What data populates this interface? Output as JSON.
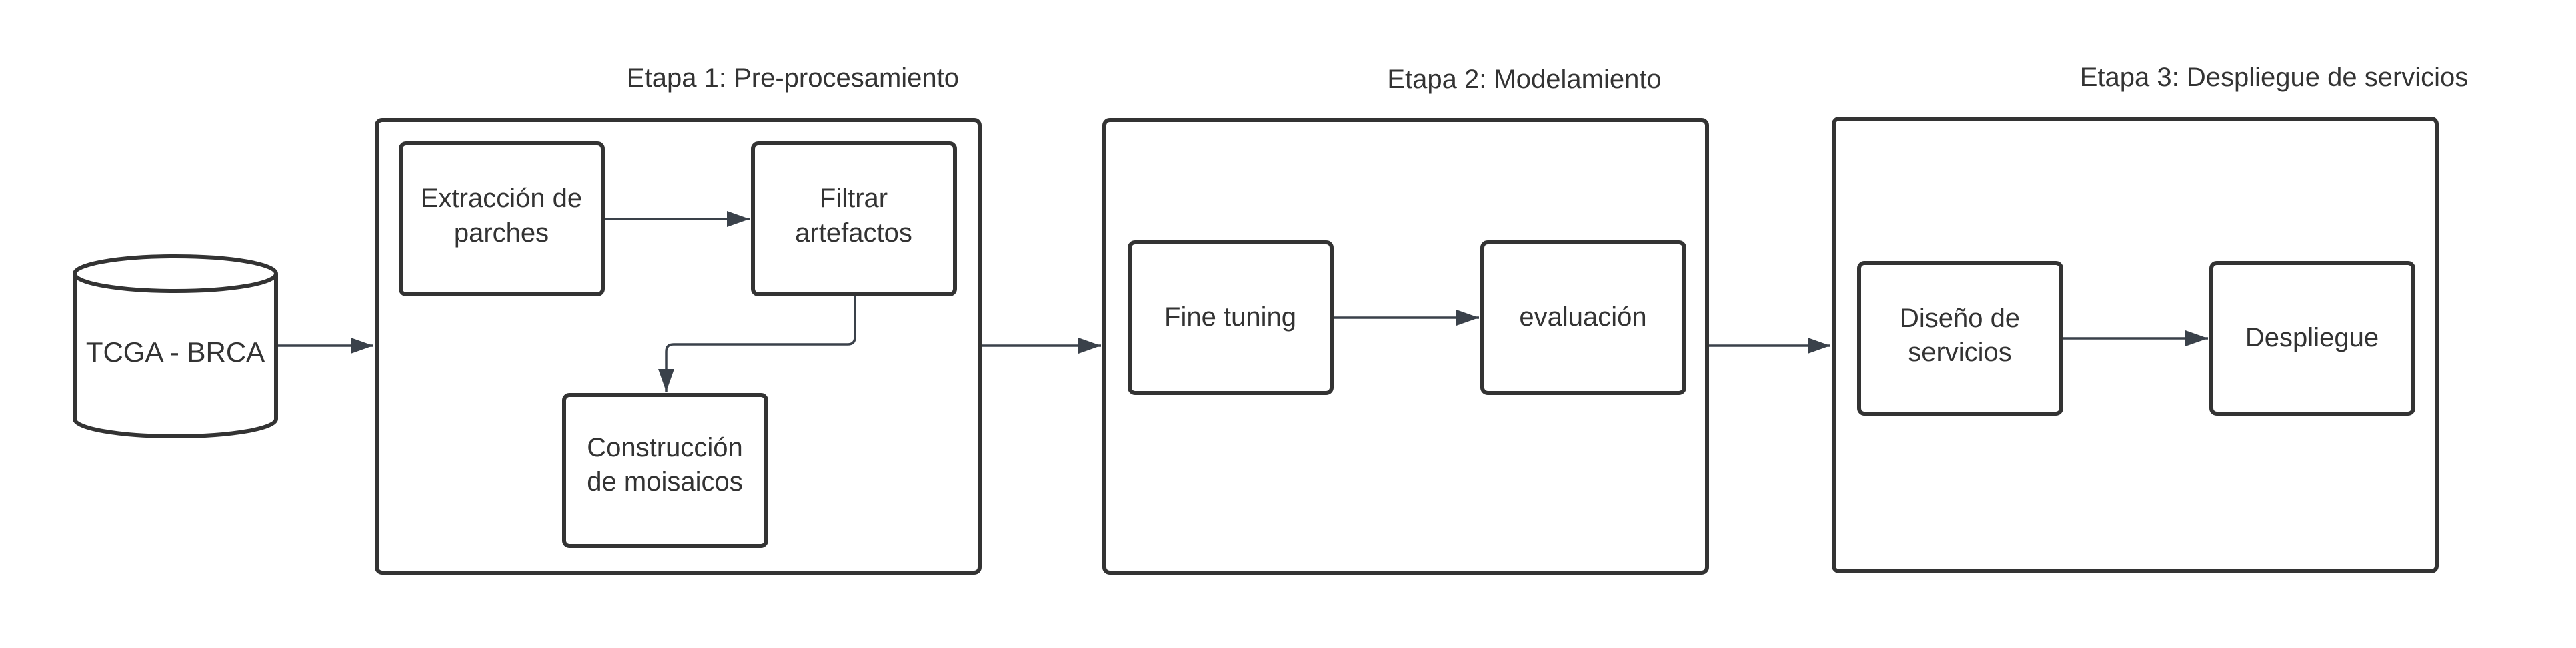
{
  "colors": {
    "stroke": "#333333",
    "arrow": "#3a414a",
    "text": "#333333",
    "background": "#ffffff"
  },
  "database": {
    "label": "TCGA - BRCA",
    "shape": "cylinder"
  },
  "stages": [
    {
      "title": "Etapa 1: Pre-procesamiento",
      "nodes": [
        {
          "lines": [
            "Extracción de",
            "parches"
          ]
        },
        {
          "lines": [
            "Filtrar",
            "artefactos"
          ]
        },
        {
          "lines": [
            "Construcción",
            "de moisaicos"
          ]
        }
      ]
    },
    {
      "title": "Etapa 2: Modelamiento",
      "nodes": [
        {
          "lines": [
            "Fine tuning"
          ]
        },
        {
          "lines": [
            "evaluación"
          ]
        }
      ]
    },
    {
      "title": "Etapa 3: Despliegue de servicios",
      "nodes": [
        {
          "lines": [
            "Diseño de",
            "servicios"
          ]
        },
        {
          "lines": [
            "Despliegue"
          ]
        }
      ]
    }
  ]
}
